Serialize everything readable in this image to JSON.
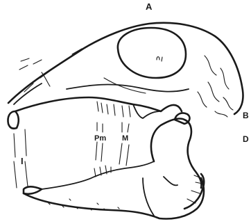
{
  "labels": {
    "a": "A",
    "b": "B",
    "d": "D",
    "incisors": "I",
    "premolars": "Pm",
    "molars": "M"
  }
}
